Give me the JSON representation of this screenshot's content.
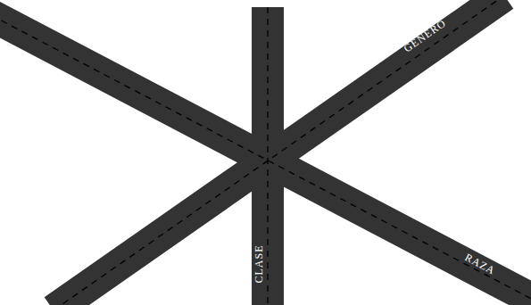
{
  "diagram": {
    "labels": [
      "GENERO",
      "CLASE",
      "RAZA"
    ]
  }
}
